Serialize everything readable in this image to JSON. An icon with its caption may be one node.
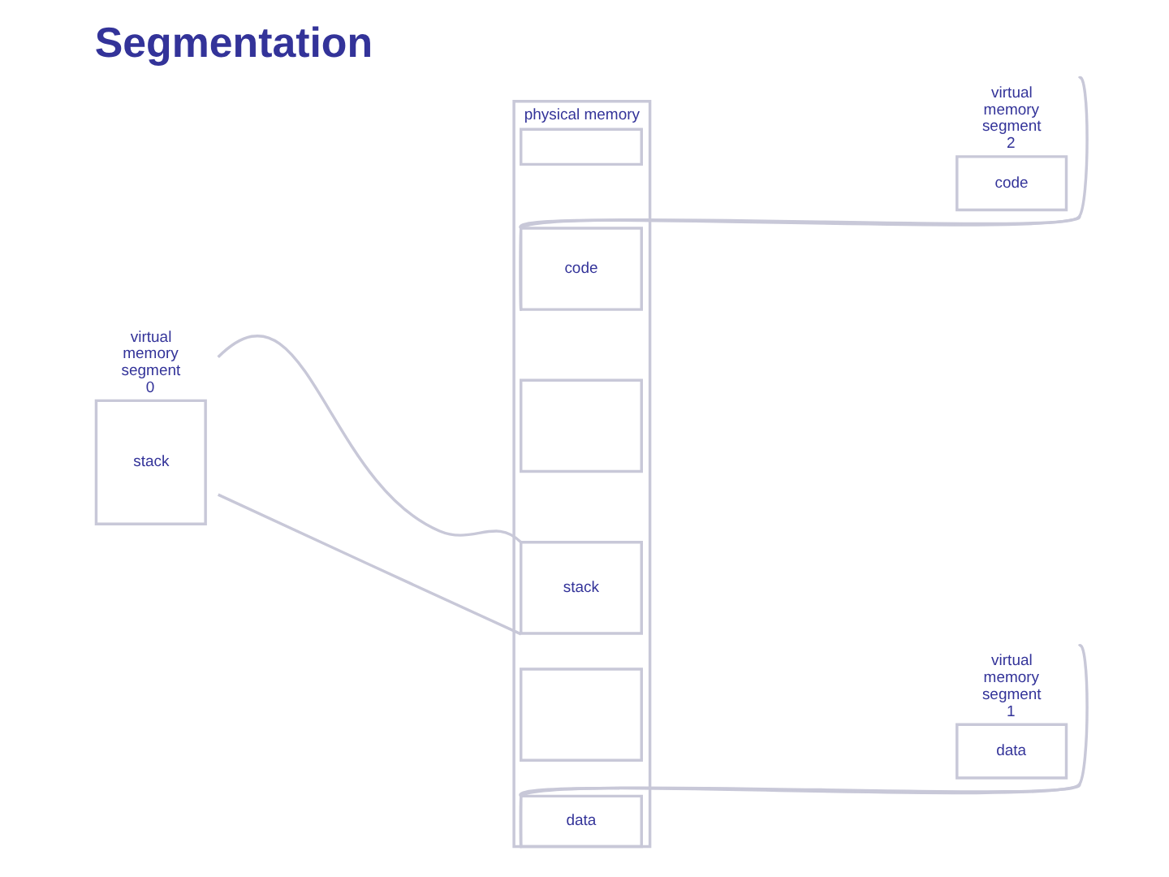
{
  "diagram": {
    "title": "Segmentation",
    "nodes": [
      {
        "text": [
          "virtual memory segment 0",
          "stack"
        ]
      },
      {
        "text": [
          "virtual memory segment 1",
          "data"
        ]
      },
      {
        "text": [
          "virtual memory segment 2",
          "code"
        ]
      },
      {
        "text": [
          "physical memory"
        ]
      },
      {
        "text": [],
        "shape": "box",
        "in": 3
      },
      {
        "text": [
          "code"
        ],
        "in": 3
      },
      {
        "text": [],
        "shape": "box",
        "in": 3
      },
      {
        "text": [
          "stack"
        ],
        "in": 3
      },
      {
        "text": [],
        "shape": "box",
        "in": 3
      },
      {
        "text": [
          "data"
        ],
        "in": 3
      }
    ],
    "edges": [
      {
        "from": 0,
        "to": 7,
        "arrow": "none"
      },
      {
        "from": 0,
        "to": 7,
        "arrow": "none"
      },
      {
        "from": 1,
        "to": 9,
        "arrow": "none"
      },
      {
        "from": 1,
        "to": 9,
        "arrow": "none"
      },
      {
        "from": 2,
        "to": 5,
        "arrow": "none"
      },
      {
        "from": 2,
        "to": 5,
        "arrow": "none"
      }
    ]
  }
}
